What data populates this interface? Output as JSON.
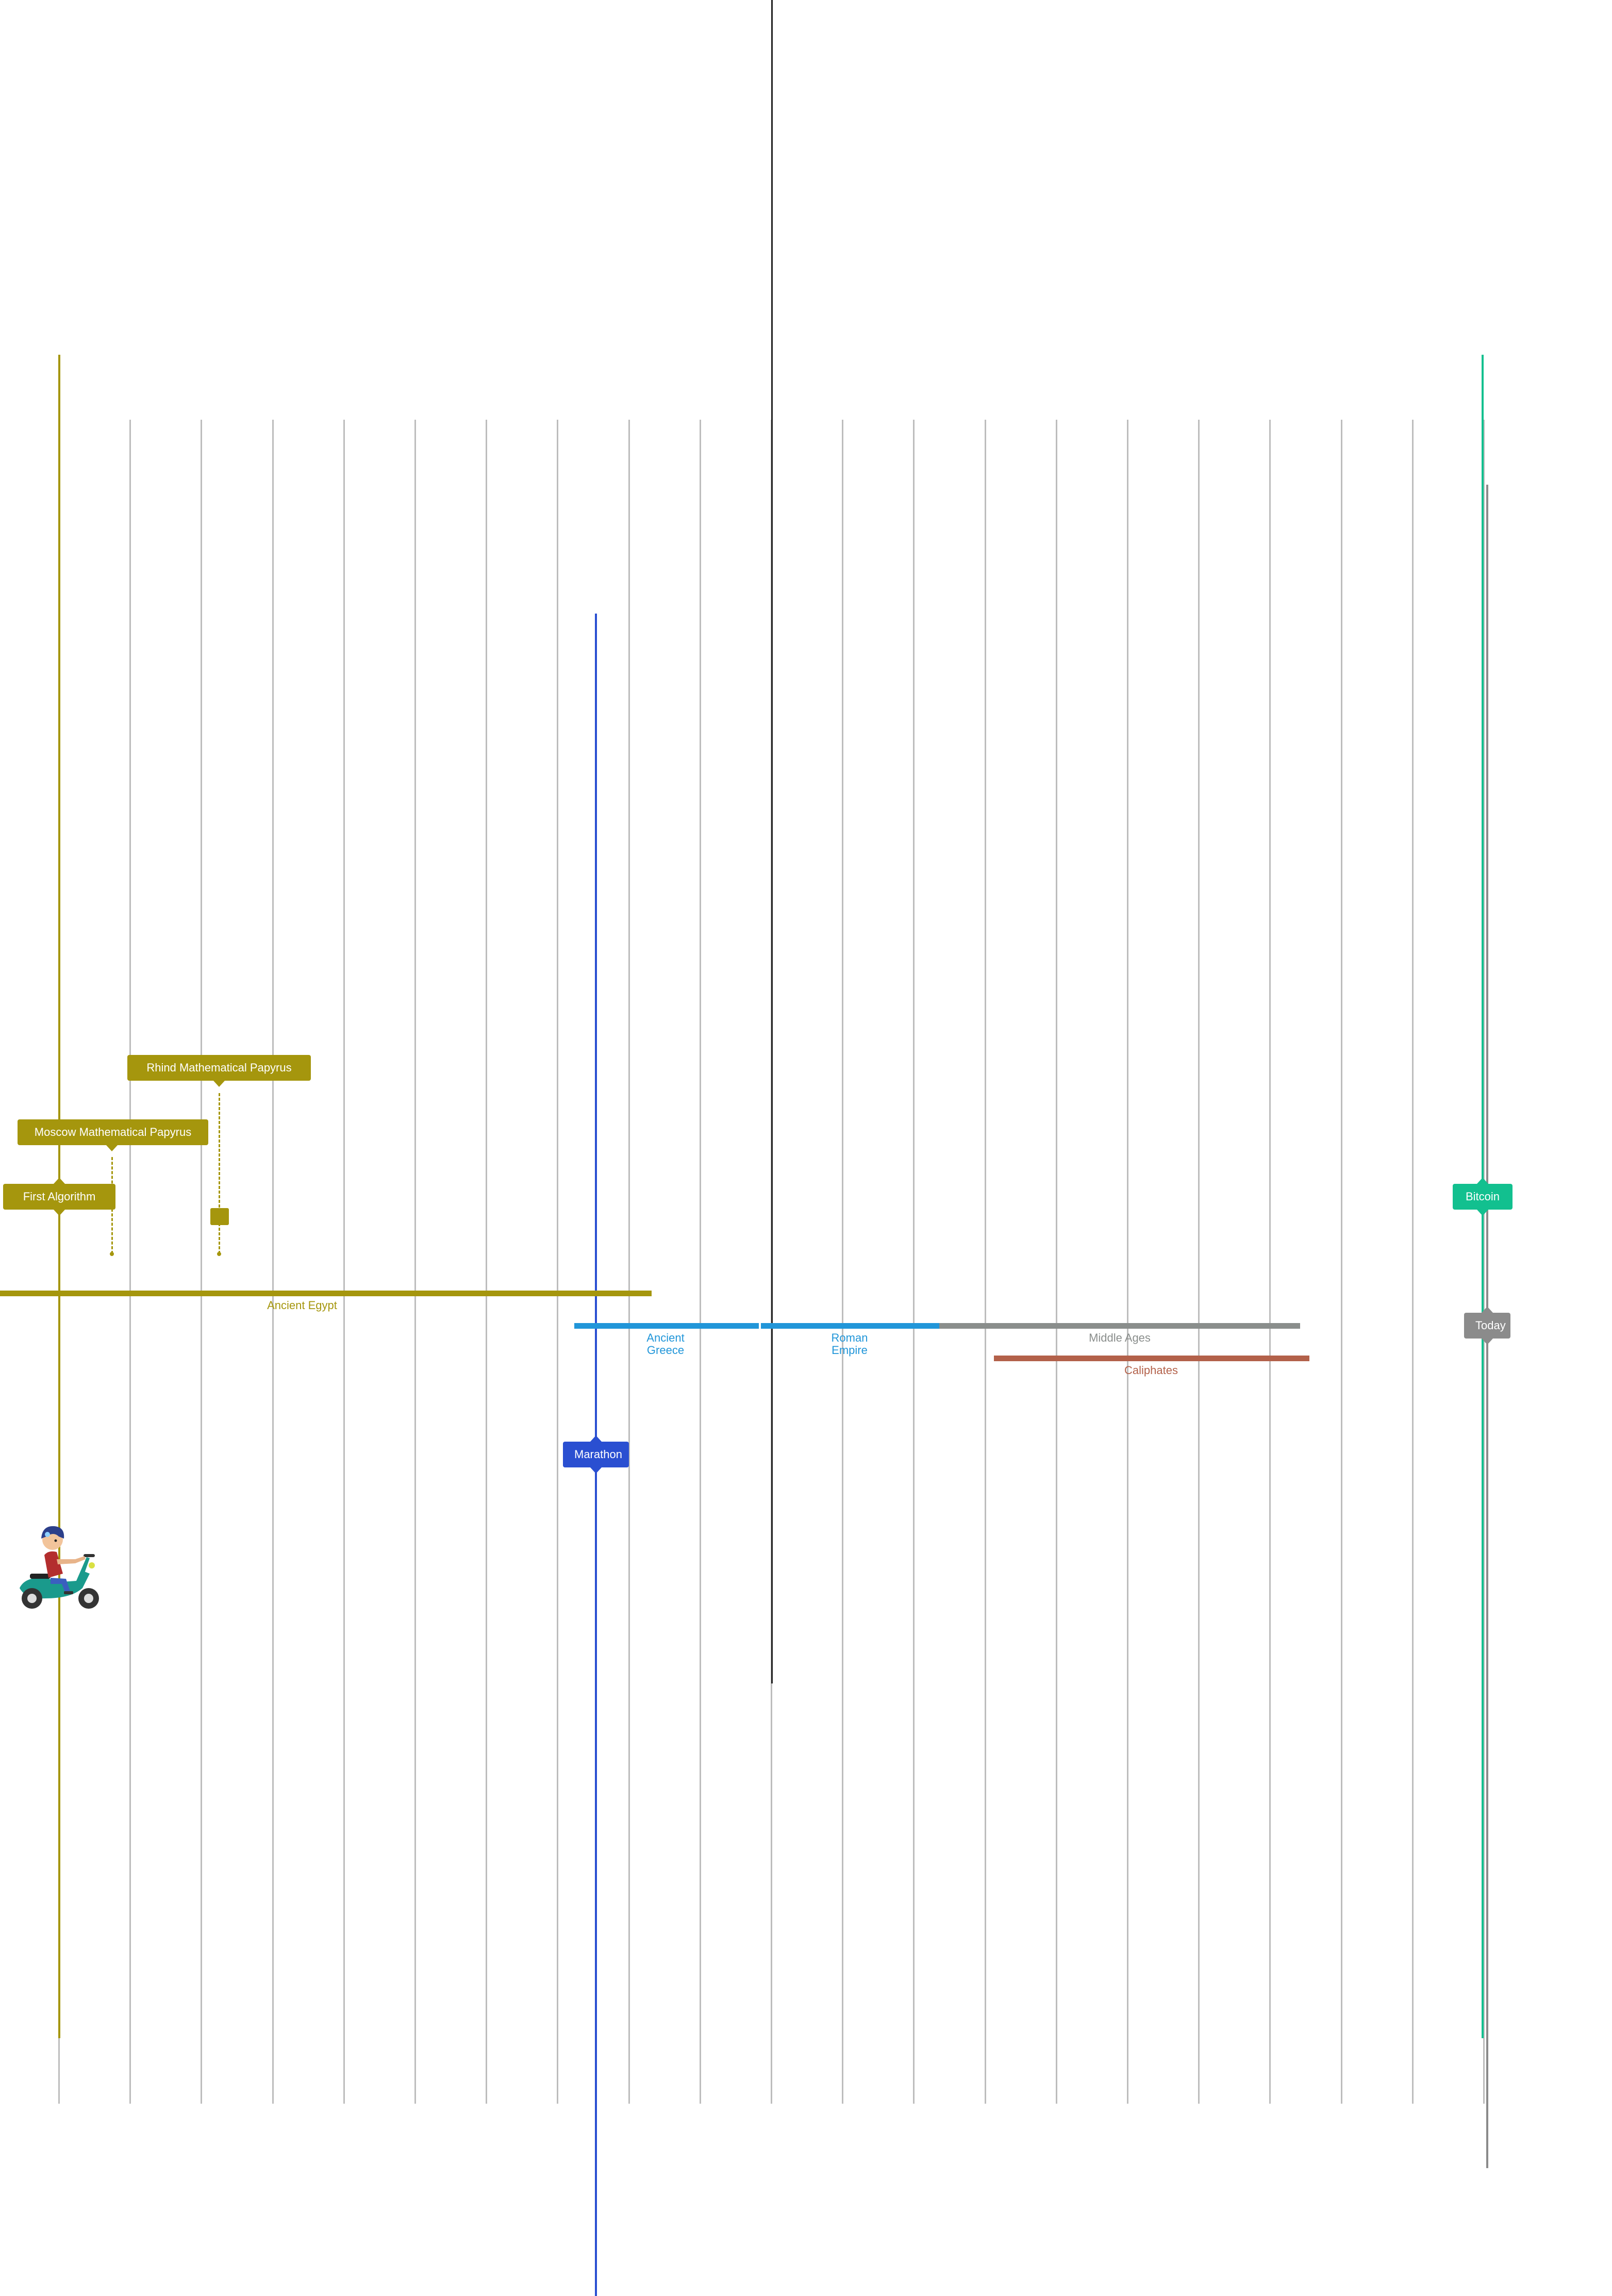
{
  "colors": {
    "egypt": "#a5960d",
    "greece": "#2196d9",
    "rome": "#2196d9",
    "middle_ages": "#8a8e8c",
    "caliphates": "#b3614a",
    "marathon": "#2a4fd1",
    "bitcoin": "#12c08f",
    "today": "#8b8b8b",
    "gridline": "#bdbdbd",
    "center_line": "#222222"
  },
  "events": {
    "first_algorithm": "First Algorithm",
    "moscow_papyrus": "Moscow Mathematical Papyrus",
    "rhind_papyrus": "Rhind Mathematical Papyrus",
    "marathon": "Marathon",
    "bitcoin": "Bitcoin",
    "today": "Today"
  },
  "periods": {
    "ancient_egypt": "Ancient Egypt",
    "ancient_greece_line1": "Ancient",
    "ancient_greece_line2": "Greece",
    "roman_empire_line1": "Roman",
    "roman_empire_line2": "Empire",
    "middle_ages": "Middle Ages",
    "caliphates": "Caliphates"
  },
  "icons": {
    "rider": "scooter-rider-icon"
  }
}
